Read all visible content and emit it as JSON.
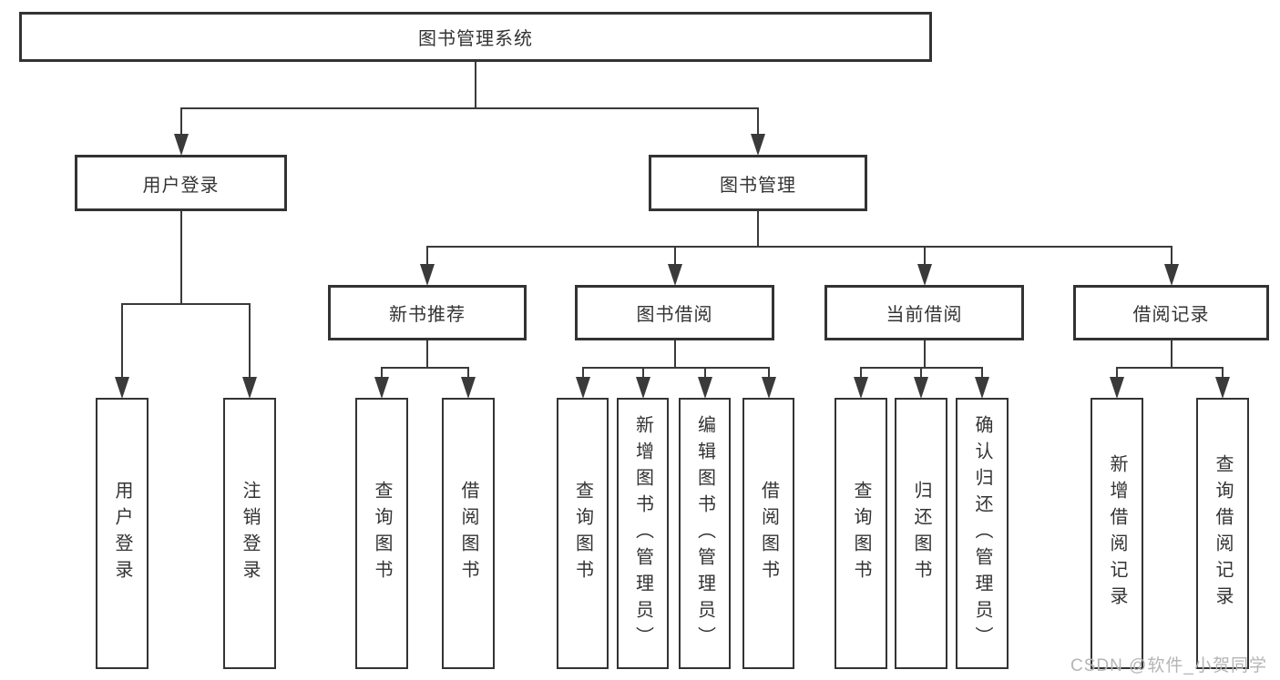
{
  "watermark": {
    "text": "CSDN @软件_小贺同学"
  },
  "colors": {
    "line": "#3a3a3a",
    "box_border": "#333333",
    "text": "#333333",
    "background": "#ffffff",
    "watermark": "#b5b5b5"
  },
  "diagram": {
    "type": "hierarchy-tree",
    "title": "图书管理系统",
    "root": {
      "id": "system",
      "label": "图书管理系统",
      "children": [
        {
          "id": "user-login",
          "label": "用户登录",
          "children": [
            {
              "id": "login",
              "label": "用户登录",
              "vertical": true
            },
            {
              "id": "logout",
              "label": "注销登录",
              "vertical": true
            }
          ]
        },
        {
          "id": "book-mgmt",
          "label": "图书管理",
          "children": [
            {
              "id": "new-book-rec",
              "label": "新书推荐",
              "children": [
                {
                  "id": "nbr-query",
                  "label": "查询图书",
                  "vertical": true
                },
                {
                  "id": "nbr-borrow",
                  "label": "借阅图书",
                  "vertical": true
                }
              ]
            },
            {
              "id": "book-borrow",
              "label": "图书借阅",
              "children": [
                {
                  "id": "bb-query",
                  "label": "查询图书",
                  "vertical": true
                },
                {
                  "id": "bb-add",
                  "label": "新增图书（管理员）",
                  "vertical": true
                },
                {
                  "id": "bb-edit",
                  "label": "编辑图书（管理员）",
                  "vertical": true
                },
                {
                  "id": "bb-borrow",
                  "label": "借阅图书",
                  "vertical": true
                }
              ]
            },
            {
              "id": "current-borrow",
              "label": "当前借阅",
              "children": [
                {
                  "id": "cb-query",
                  "label": "查询图书",
                  "vertical": true
                },
                {
                  "id": "cb-return",
                  "label": "归还图书",
                  "vertical": true
                },
                {
                  "id": "cb-confirm",
                  "label": "确认归还（管理员）",
                  "vertical": true
                }
              ]
            },
            {
              "id": "borrow-records",
              "label": "借阅记录",
              "children": [
                {
                  "id": "br-add",
                  "label": "新增借阅记录",
                  "vertical": true
                },
                {
                  "id": "br-query",
                  "label": "查询借阅记录",
                  "vertical": true
                }
              ]
            }
          ]
        }
      ]
    }
  }
}
